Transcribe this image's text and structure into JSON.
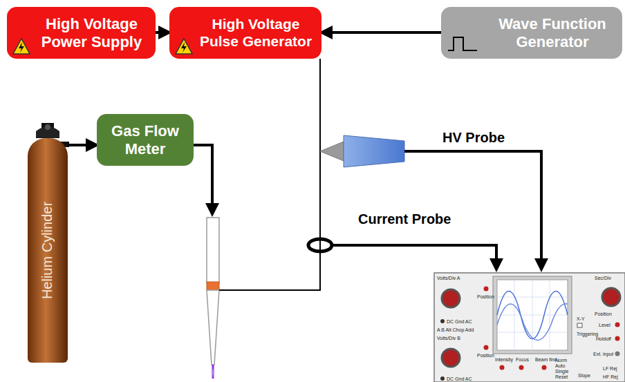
{
  "diagram": {
    "nodes": [
      {
        "text": [
          "High Voltage Power Supply"
        ]
      },
      {
        "text": [
          "High Voltage Pulse Generator"
        ]
      },
      {
        "text": [
          "Wave Function Generator"
        ]
      },
      {
        "text": [
          "Helium Cylinder"
        ]
      },
      {
        "text": [
          "Gas Flow Meter"
        ]
      }
    ],
    "edges": [
      {
        "from": 0,
        "to": 1,
        "arrow": "to"
      },
      {
        "from": 2,
        "to": 1,
        "arrow": "to"
      },
      {
        "from": 3,
        "to": 4,
        "arrow": "to"
      }
    ],
    "labels": [
      "HV Probe",
      "Current Probe",
      "Volts/Div A",
      "Position",
      "DC Gnd AC",
      "A B Alt Chop Add",
      "Volts/Div B",
      "Position",
      "DC Gnd AC",
      "Intensity",
      "Focus",
      "Beam find",
      "Norm",
      "Auto",
      "Single",
      "Reset",
      "Sec/Div",
      "X-Y",
      "Position",
      "Triggering",
      "Level",
      "Holdoff",
      "Ext. input",
      "Slope",
      "LF Rej",
      "HF Rej"
    ]
  }
}
